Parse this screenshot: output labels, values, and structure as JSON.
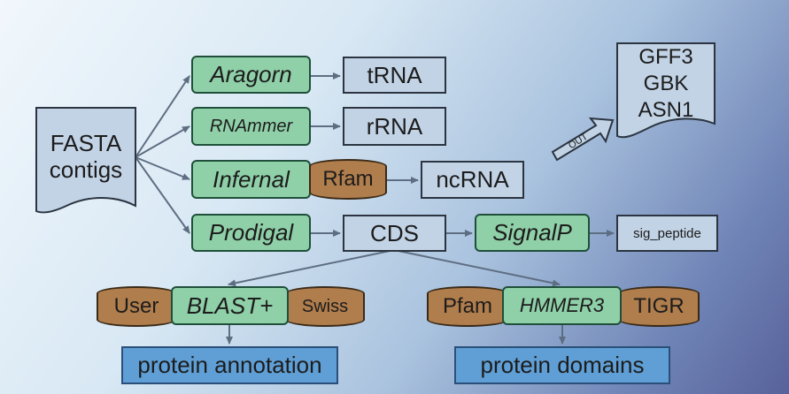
{
  "input": {
    "line1": "FASTA",
    "line2": "contigs"
  },
  "tools": {
    "aragorn": "Aragorn",
    "rnammer": "RNAmmer",
    "infernal": "Infernal",
    "prodigal": "Prodigal",
    "signalp": "SignalP",
    "blast": "BLAST+",
    "hmmer": "HMMER3"
  },
  "outputs": {
    "trna": "tRNA",
    "rrna": "rRNA",
    "ncrna": "ncRNA",
    "cds": "CDS",
    "sig_peptide": "sig_peptide",
    "protein_annotation": "protein annotation",
    "protein_domains": "protein domains"
  },
  "databases": {
    "rfam": "Rfam",
    "user": "User",
    "swiss": "Swiss",
    "pfam": "Pfam",
    "tigr": "TIGR"
  },
  "formats": {
    "line1": "GFF3",
    "line2": "GBK",
    "line3": "ASN1"
  },
  "out_label": "OUT",
  "colors": {
    "tool": "#8fd0a8",
    "output": "#c2d3e6",
    "database": "#b07d4c",
    "final": "#5f9fd6",
    "arrow": "#5e6e82"
  }
}
